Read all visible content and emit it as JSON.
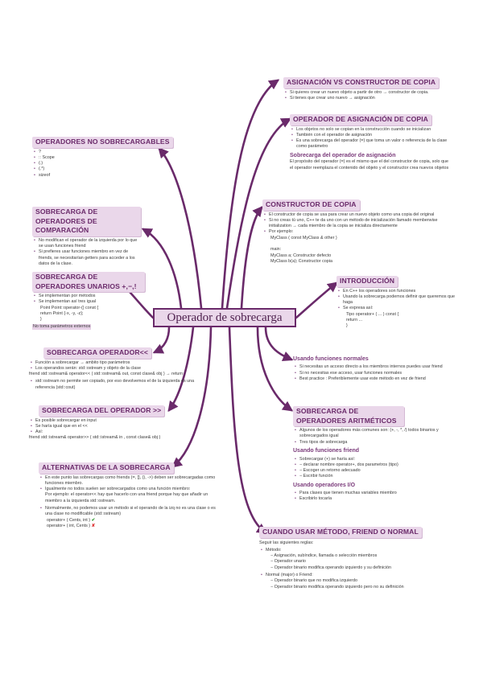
{
  "center": "Operador de sobrecarga",
  "asignacion_vs_copia": {
    "title": "ASIGNACIÓN VS CONSTRUCTOR DE COPIA",
    "lines": [
      "Si quieres crear un nuevo objeto a partir de otro → constructor de copia.",
      "Si tienes que crear uno nuevo → asignación"
    ]
  },
  "op_asignacion_copia": {
    "title": "OPERADOR DE ASIGNACIÓN DE COPIA",
    "lines": [
      "Los objetos no solo se copian en la construcción cuando se inicializan",
      "También con el operador de asignación",
      "Es una sobrecarga del operador (=) que toma un valor o referencia de la clase como parámetro"
    ],
    "subtitle": "Sobrecarga del operador de asignación",
    "sub_text": "El propósito del operador (=) es el mismo que el del constructor de copia, solo que el operador reemplaza el contenido del objeto y el constructor crea nuevos objetos"
  },
  "no_sobrecargables": {
    "title": "OPERADORES NO SOBRECARGABLES",
    "items": [
      "?",
      "::  Scope",
      "(.)",
      "(.*)",
      "sizeof"
    ]
  },
  "comparacion": {
    "title": "SOBRECARGA DE OPERADORES DE COMPARACIÓN",
    "lines": [
      "No modifican el operador de la izquierda por lo que se usan funciones friend",
      "Si prefieres usar funciones miembro en vez de friends, se necesitarían getters para acceder a los datos de la clase."
    ]
  },
  "constructor_copia": {
    "title": "CONSTRUCTOR DE COPIA",
    "lines": [
      "El constructor de copia se usa para crear un nuevo objeto como una copia del original",
      "Si no creas tú uno, C++ te da uno con un método de inicialización llamado memberwise initialization → cada miembro de la copia se inicializa directamente",
      "Por ejemplo:"
    ],
    "code": [
      "MyClass ( const MyClass & other )",
      "",
      "main:",
      "MyClass a;    Constructor defecto",
      "MyClass b(a);    Constructor copia"
    ]
  },
  "unarios": {
    "title": "SOBRECARGA DE OPERADORES UNARIOS +,−,!",
    "lines": [
      "Se implementan por métodos",
      "Se implementan así tres igual"
    ],
    "code": [
      "Point  Point::operator-() const {",
      "  return  Point {-x, -y, -z};",
      "}"
    ],
    "note": "No toma parámetros externos"
  },
  "introduccion": {
    "title": "INTRODUCCIÓN",
    "lines": [
      "En C++ los operadores son funciones",
      "Usando la sobrecarga podemos definir que queremos que haga",
      "Se expresa así:"
    ],
    "code": [
      "Tipo  operator+ ( ... ) const {",
      "  return ...",
      "}"
    ]
  },
  "op_insercion": {
    "title": "SOBRECARGA OPERADOR<<",
    "lines": [
      "Función a sobrecargar → ambito tipo parámetros",
      "Los operandos serán:   std::ostream  y  objeto  de la clase"
    ],
    "code": "friend  std::ostream& operator<< ( std::ostream& out, const clase& obj )  → return",
    "note": "std::ostream no permite ser copiado, por eso devolvemos el de la izquierda es una referencia (std::cout)"
  },
  "funciones_normales": {
    "title": "Usando funciones normales",
    "lines": [
      "Si necesitas un acceso directo a los miembros internos puedes usar friend",
      "Si no necesitas ese acceso, usar funciones normales",
      "Best practice : Preferiblemente usar este método en vez de friend"
    ]
  },
  "op_extraccion": {
    "title": "SOBRECARGA DEL OPERADOR >>",
    "lines": [
      "Es posible sobrecargar en input",
      "Se haría igual que en el <<",
      "Así:"
    ],
    "code": "friend  std::istream& operator>> ( std::istream& in , const clase& obj )"
  },
  "aritmeticos": {
    "title": "SOBRECARGA DE OPERADORES ARITMÉTICOS",
    "lines": [
      "Algunos de los operadores más comunes son: (+, -, *, /) todos binarios y sobrecargados igual",
      "Tres tipos de sobrecarga"
    ],
    "sub1": "Usando funciones friend",
    "sub1_lines": [
      "Sobrecargar (+) se haría así:",
      "− declarar nombre operator+, dos parametros (tipo)",
      "− Escoger un retorno adecuado",
      "− Escribir función"
    ],
    "sub2": "Usando operadores I/O",
    "sub2_lines": [
      "Para clases que tienen muchas variables miembro",
      "Escribirlo tocaría"
    ]
  },
  "alternativas": {
    "title": "ALTERNATIVAS DE LA SOBRECARGA",
    "lines": [
      "En este punto las sobrecargas como friends (=, [], (), ->) deben ser sobrecargadas como funciones miembro.",
      "Igualmente no todos suelen ser sobrecargados como una función miembro:",
      "Por ejemplo: el operator<< hay que hacerlo con una friend porque hay que añadir un miembro a la izquierda std::ostream.",
      "Normalmente, no podemos usar un método si el operando de la izq no es una clase o es una clase no modificable (std::ostream)"
    ],
    "code_ok": "operator+ ( Cents, int )",
    "code_bad": "operator+ ( int, Cents )",
    "ok": "✔",
    "bad": "✘"
  },
  "metodo_friend_normal": {
    "title": "CUANDO USAR MÉTODO, FRIEND O NORMAL",
    "intro": "Seguir las siguientes reglas:",
    "metodo": "Método:",
    "metodo_lines": [
      "− Asignación, subíndice, llamada o selección miembros",
      "− Operador unario",
      "− Operador binario modifica operando izquierdo y su definición"
    ],
    "normal": "Normal (major) o Friend:",
    "normal_lines": [
      "− Operador binario que no modifica izquierdo",
      "− Operador binario modifica operando izquierdo pero no su definición"
    ]
  },
  "colors": {
    "accent": "#6a2a6a",
    "highlight": "#ead7ea",
    "line": "#6a2a6a"
  }
}
